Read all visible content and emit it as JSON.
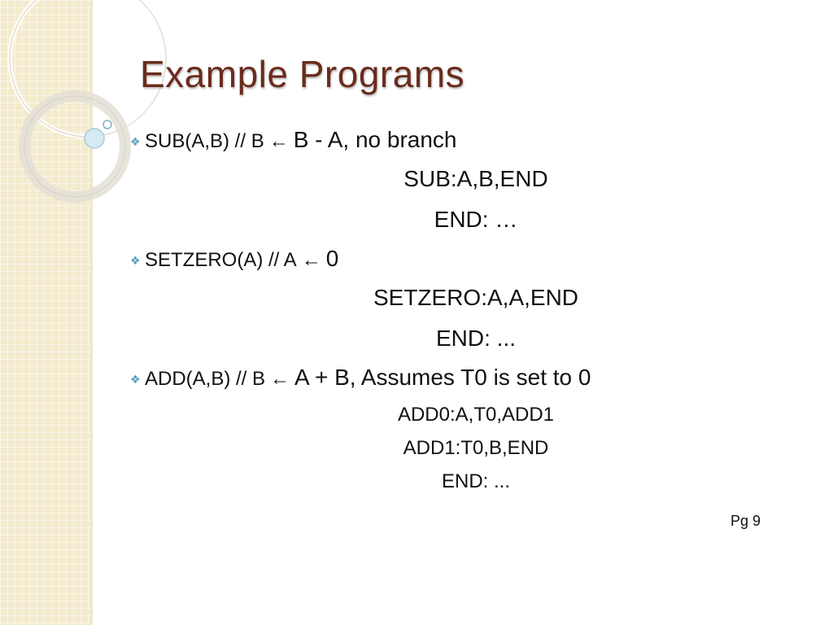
{
  "slide": {
    "title": "Example Programs",
    "page_label": "Pg 9",
    "accent_color": "#6a2c1d",
    "bullet_icon": "four-diamond-bullet-icon"
  },
  "items": [
    {
      "label": "SUB(A,B) // B",
      "arrow": "←",
      "rest": "B - A, no branch",
      "code": [
        "SUB:A,B,END",
        "END: …"
      ]
    },
    {
      "label": "SETZERO(A) // A",
      "arrow": "←",
      "rest": "0",
      "code": [
        "SETZERO:A,A,END",
        "END: ..."
      ]
    },
    {
      "label": "ADD(A,B) // B",
      "arrow": "←",
      "rest": "A + B, Assumes T0 is set to 0",
      "code": [
        "ADD0:A,T0,ADD1",
        "ADD1:T0,B,END",
        "END: ..."
      ]
    }
  ]
}
